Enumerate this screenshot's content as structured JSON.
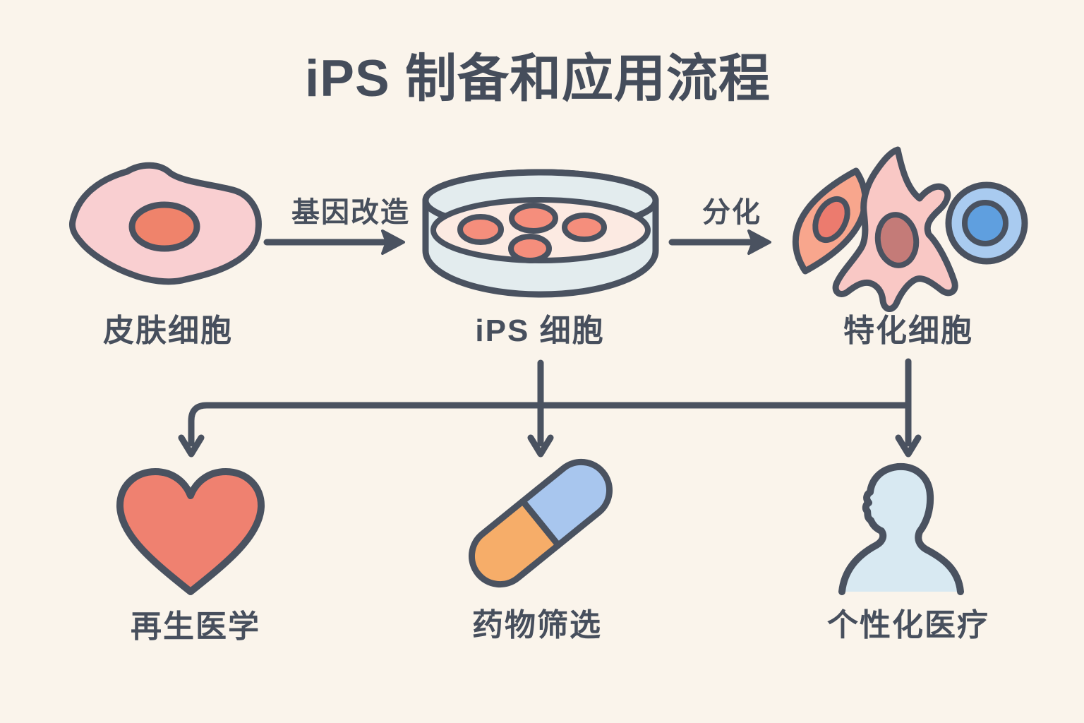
{
  "title": "iPS 制备和应用流程",
  "flow": {
    "skin_cell_label": "皮肤细胞",
    "gene_arrow_label": "基因改造",
    "ips_cell_label": "iPS 细胞",
    "diff_arrow_label": "分化",
    "specialized_cell_label": "特化细胞"
  },
  "applications": {
    "regenerative_label": "再生医学",
    "drug_screening_label": "药物筛选",
    "personalized_label": "个性化医疗"
  },
  "icons": {
    "skin_cell": "skin-cell-icon",
    "gene_arrow": "right-arrow-icon",
    "petri_dish": "petri-dish-icon",
    "diff_arrow": "right-arrow-icon",
    "specialized_cells": "specialized-cells-icon",
    "regenerative": "heart-icon",
    "drug_screening": "pill-icon",
    "personalized": "person-icon"
  },
  "colors": {
    "background": "#faf4eb",
    "outline": "#4a5260",
    "text": "#474f5d",
    "skin_cell_pink": "#f9cfd1",
    "skin_nucleus_orange": "#ef836b",
    "dish_glass": "#e3ecee",
    "dish_media": "#fceae2",
    "colony_salmon": "#f58e7c",
    "spindle_cell": "#f8a68d",
    "spindle_nucleus": "#ec7b6e",
    "neuron_cell": "#f9c8c5",
    "neuron_nucleus": "#c47b78",
    "round_cell": "#a9cbf0",
    "round_nucleus": "#5f9fdf",
    "heart_red": "#ef8170",
    "pill_orange": "#f6ad69",
    "pill_blue": "#a8c6ee",
    "person_blue": "#d8e9f2"
  }
}
